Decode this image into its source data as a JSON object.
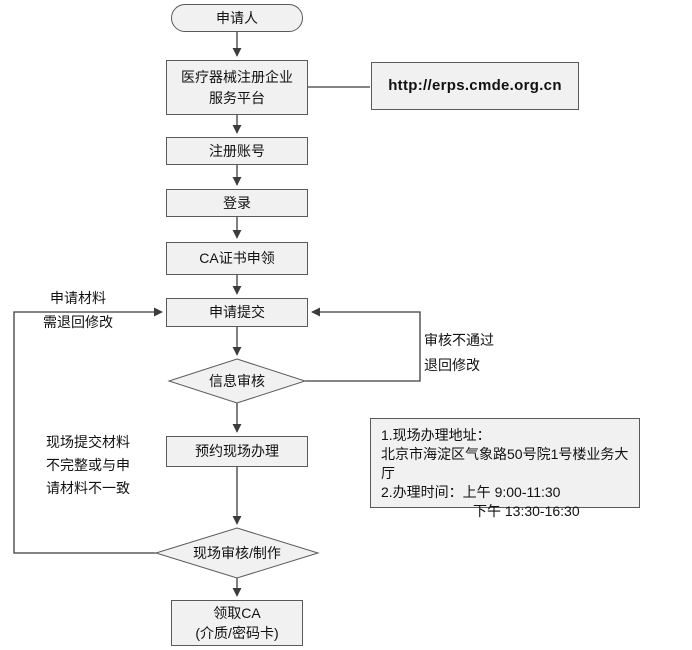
{
  "flowchart": {
    "nodes": {
      "applicant": {
        "label": "申请人"
      },
      "platform": {
        "line1": "医疗器械注册企业",
        "line2": "服务平台"
      },
      "url_box": {
        "label": "http://erps.cmde.org.cn"
      },
      "register": {
        "label": "注册账号"
      },
      "login": {
        "label": "登录"
      },
      "ca_apply": {
        "label": "CA证书申领"
      },
      "submit": {
        "label": "申请提交"
      },
      "info_review": {
        "label": "信息审核"
      },
      "appointment": {
        "label": "预约现场办理"
      },
      "onsite_info": {
        "line1": "1.现场办理地址：",
        "line2": "北京市海淀区气象路50号院1号楼业务大厅",
        "line3": "2.办理时间：上午 9:00-11:30",
        "line4": "下午 13:30-16:30"
      },
      "onsite_review": {
        "label": "现场审核/制作"
      },
      "receive_ca": {
        "line1": "领取CA",
        "line2": "(介质/密码卡)"
      }
    },
    "annotations": {
      "return_modify": {
        "line1": "申请材料",
        "line2": "需退回修改"
      },
      "review_fail": {
        "line1": "审核不通过",
        "line2": "退回修改"
      },
      "onsite_mismatch": {
        "line1": "现场提交材料",
        "line2": "不完整或与申",
        "line3": "请材料不一致"
      }
    },
    "colors": {
      "background": "#ffffff",
      "node_fill": "#f1f1f1",
      "node_border": "#5a5a5a",
      "connector": "#3c3c3c",
      "text": "#111111"
    }
  }
}
